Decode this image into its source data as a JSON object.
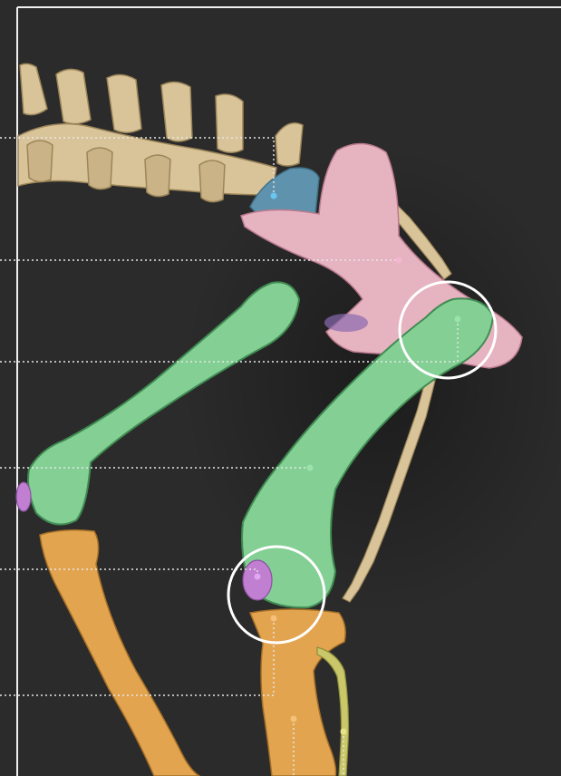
{
  "image": {
    "subject": "canine-hindlimb-skeleton-lateral-view",
    "colors": {
      "background": "#2b2b2b",
      "frame": "#f0f0f0",
      "vertebrae": "#d9c49a",
      "sacrum": "#5f93ad",
      "pelvis": "#e6b3c0",
      "femur": "#83cf94",
      "patella": "#c07fd0",
      "tibia_fibula": "#e3a450",
      "fibula_thin": "#c9c76a",
      "leader_line": "#e8e8e8"
    },
    "highlights": [
      {
        "name": "hip-joint-highlight"
      },
      {
        "name": "stifle-joint-highlight"
      }
    ],
    "pointers": [
      {
        "name": "sacrum-pointer",
        "dot_color": "#6cc4f0"
      },
      {
        "name": "pelvis-pointer",
        "dot_color": "#f4b7d0"
      },
      {
        "name": "femur-head-pointer",
        "dot_color": "#9be3a8"
      },
      {
        "name": "femur-shaft-pointer",
        "dot_color": "#9be3a8"
      },
      {
        "name": "patella-pointer",
        "dot_color": "#e0a8f0"
      },
      {
        "name": "tibia-pointer",
        "dot_color": "#f4c07a"
      }
    ]
  }
}
